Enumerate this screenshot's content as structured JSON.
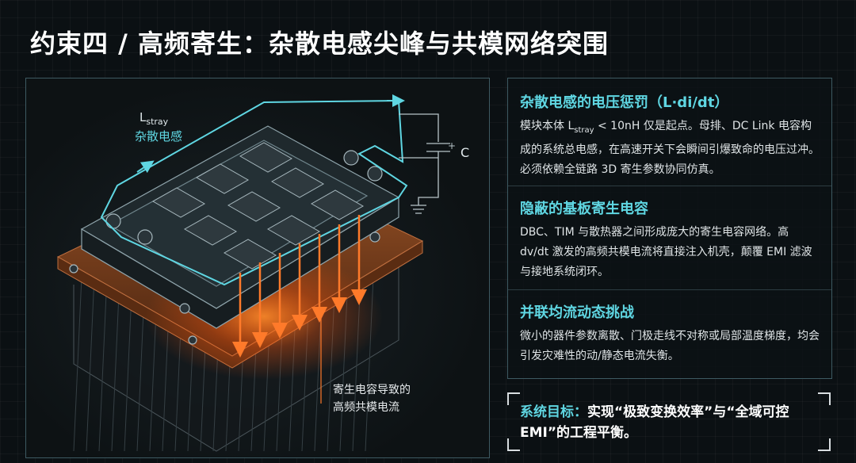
{
  "title": "约束四 / 高频寄生：杂散电感尖峰与共模网络突围",
  "diagram": {
    "lstray_main": "L",
    "lstray_sub": "stray",
    "lstray_caption": "杂散电感",
    "capacitor_symbol": "+",
    "capacitor_label": "C",
    "parasitic_line1": "寄生电容导致的",
    "parasitic_line2": "高频共模电流"
  },
  "sections": [
    {
      "title": "杂散电感的电压惩罚（L·di/dt）",
      "body_pre": "模块本体 L",
      "body_sub": "stray",
      "body_post": " < 10nH 仅是起点。母排、DC Link 电容构成的系统总电感，在高速开关下会瞬间引爆致命的电压过冲。必须依赖全链路 3D 寄生参数协同仿真。"
    },
    {
      "title": "隐蔽的基板寄生电容",
      "body": "DBC、TIM 与散热器之间形成庞大的寄生电容网络。高 dv/dt 激发的高频共模电流将直接注入机壳，颠覆 EMI 滤波与接地系统闭环。"
    },
    {
      "title": "并联均流动态挑战",
      "body": "微小的器件参数离散、门极走线不对称或局部温度梯度，均会引发灾难性的动/静态电流失衡。"
    }
  ],
  "goal": {
    "label": "系统目标：",
    "text": "实现“极致变换效率”与“全域可控 EMI”的工程平衡。"
  },
  "colors": {
    "accent": "#5fd6e2",
    "arrow": "#ff7a2a",
    "baseplate": "#7a3f1f",
    "background": "#0b1013"
  }
}
